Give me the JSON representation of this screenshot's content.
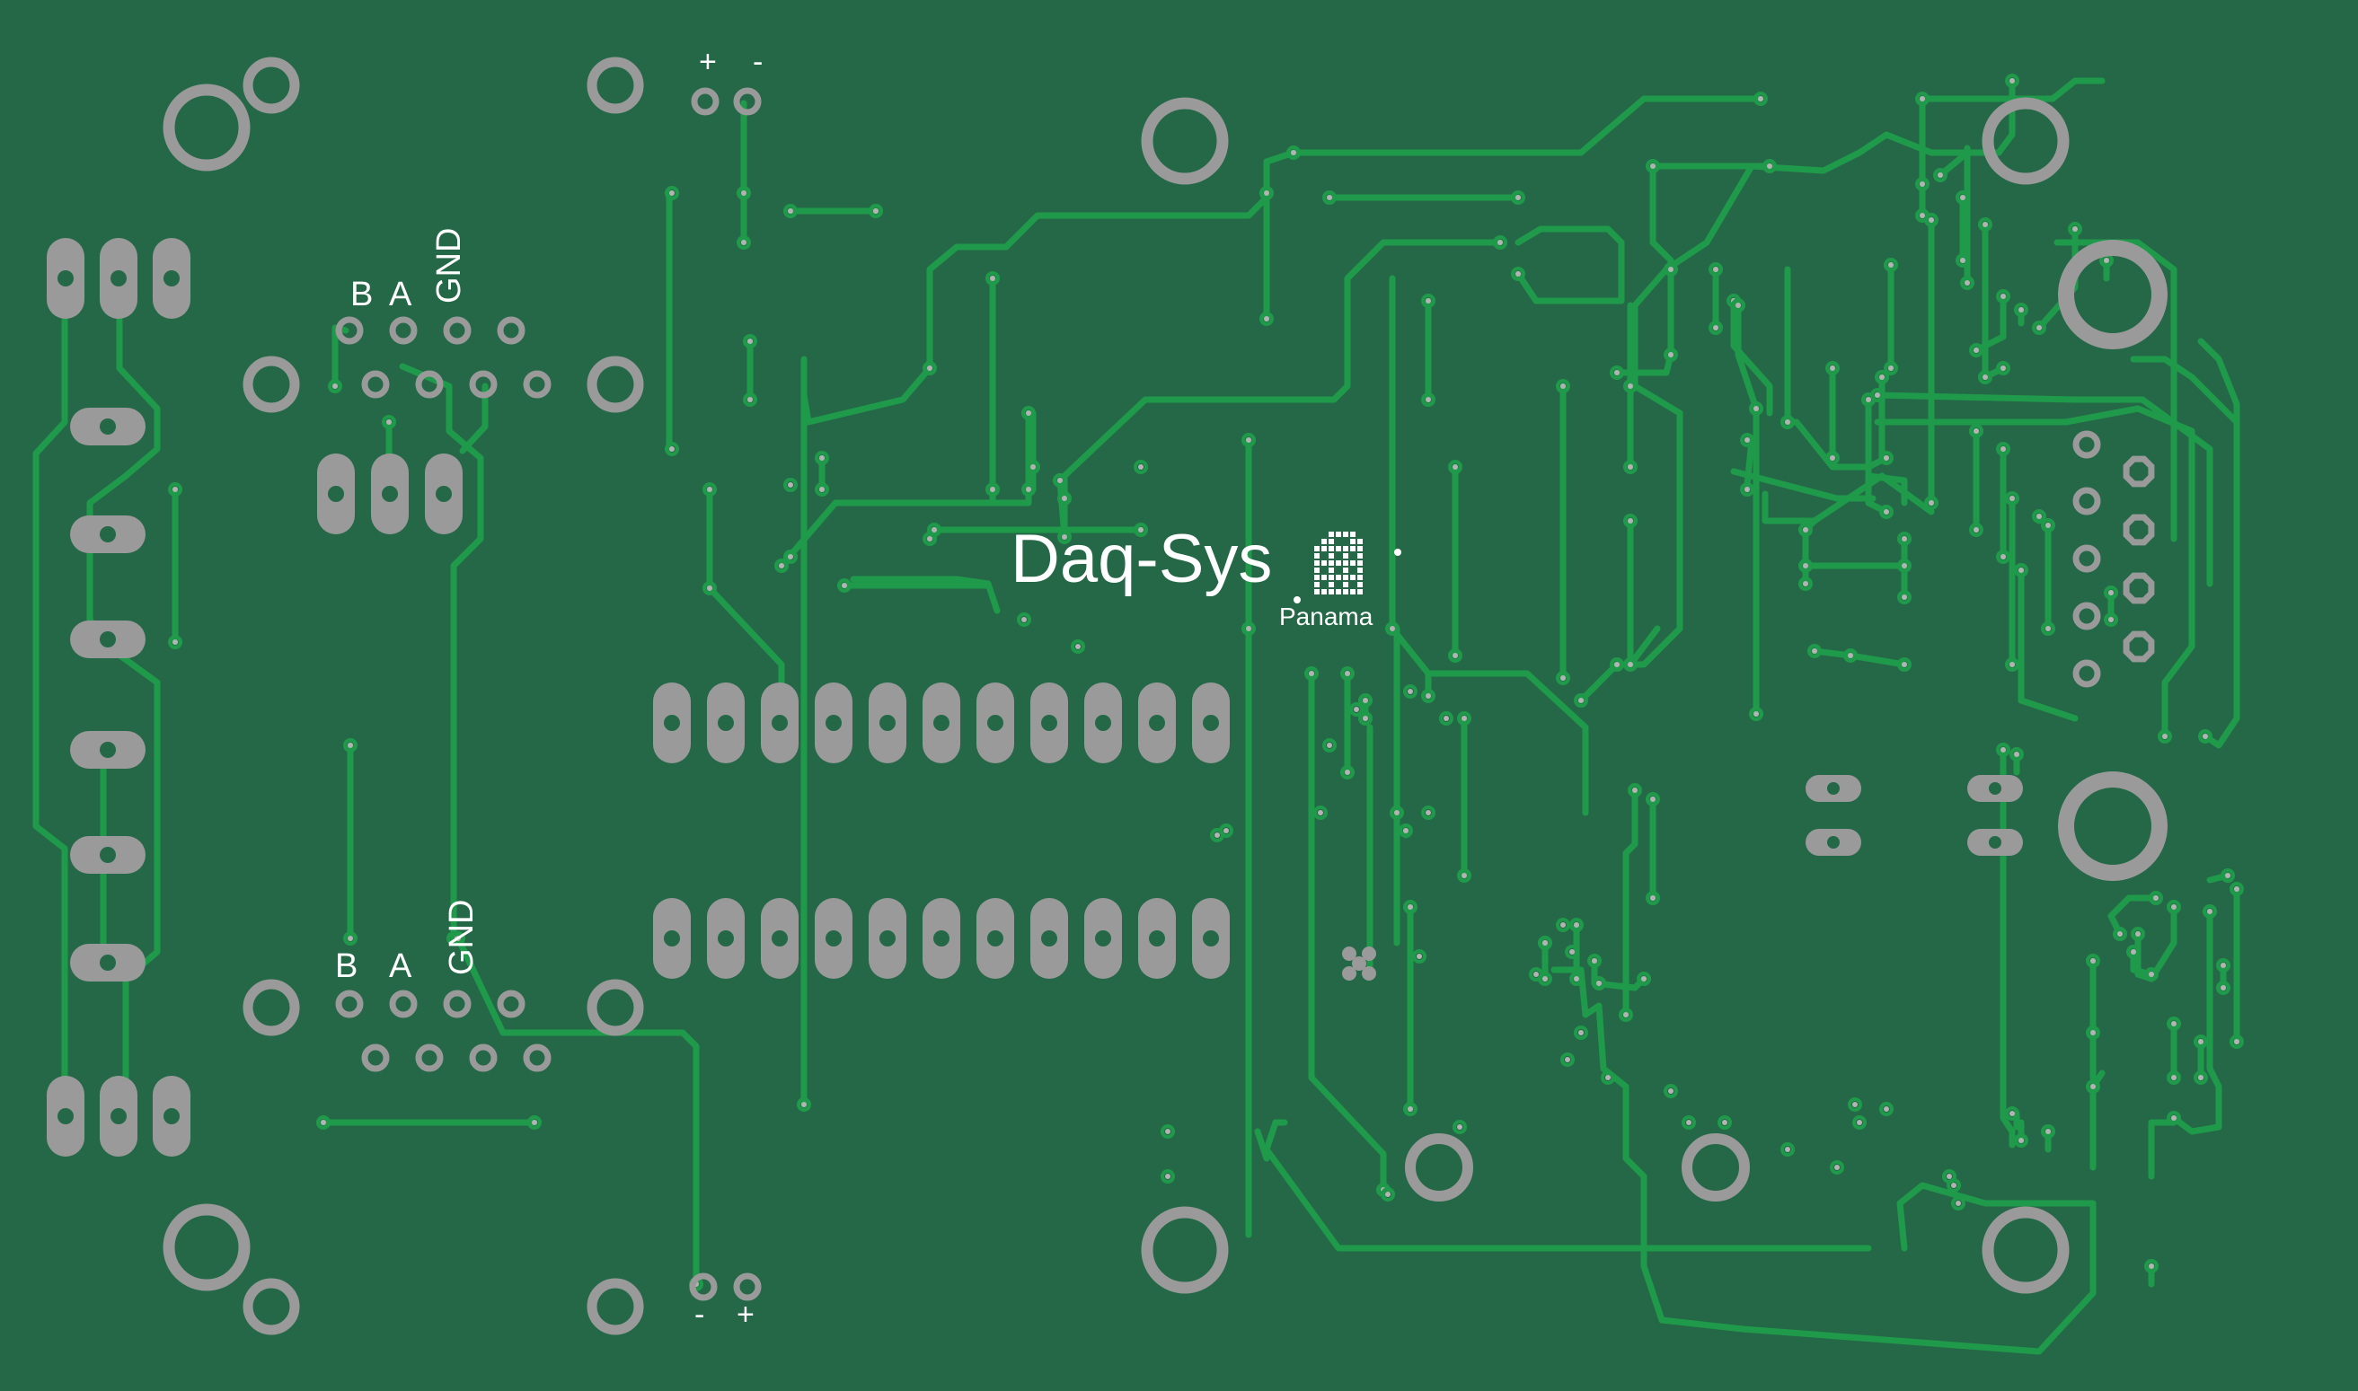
{
  "board": {
    "background": "#256847",
    "trace_color": "#1f9a4a",
    "pad_color": "#9a9a9a",
    "silk_color": "#ffffff"
  },
  "silkscreen": {
    "brand": "Daq-Sys",
    "location": "Panama",
    "top_connector": {
      "pin_b": "B",
      "pin_a": "A",
      "pin_gnd": "GND"
    },
    "bottom_connector": {
      "pin_b": "B",
      "pin_a": "A",
      "pin_gnd": "GND"
    },
    "top_power": {
      "plus": "+",
      "minus": "-"
    },
    "bottom_power": {
      "minus": "-",
      "plus": "+"
    }
  }
}
